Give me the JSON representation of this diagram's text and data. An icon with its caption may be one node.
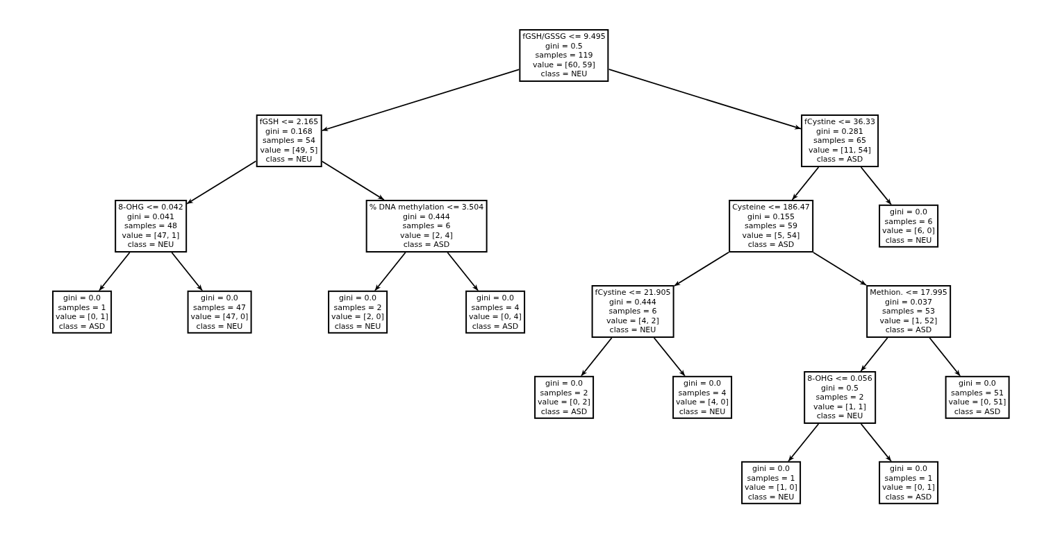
{
  "diagram": {
    "nodes": [
      {
        "text": [
          "fGSH/GSSG <= 9.495",
          "gini = 0.5",
          "samples = 119",
          "value = [60, 59]",
          "class = NEU"
        ]
      },
      {
        "text": [
          "fGSH <= 2.165",
          "gini = 0.168",
          "samples = 54",
          "value = [49, 5]",
          "class = NEU"
        ]
      },
      {
        "text": [
          "fCystine <= 36.33",
          "gini = 0.281",
          "samples = 65",
          "value = [11, 54]",
          "class = ASD"
        ]
      },
      {
        "text": [
          "8-OHG <= 0.042",
          "gini = 0.041",
          "samples = 48",
          "value = [47, 1]",
          "class = NEU"
        ]
      },
      {
        "text": [
          "% DNA methylation <= 3.504",
          "gini = 0.444",
          "samples = 6",
          "value = [2, 4]",
          "class = ASD"
        ]
      },
      {
        "text": [
          "Cysteine <= 186.47",
          "gini = 0.155",
          "samples = 59",
          "value = [5, 54]",
          "class = ASD"
        ]
      },
      {
        "text": [
          "gini = 0.0",
          "samples = 6",
          "value = [6, 0]",
          "class = NEU"
        ]
      },
      {
        "text": [
          "gini = 0.0",
          "samples = 1",
          "value = [0, 1]",
          "class = ASD"
        ]
      },
      {
        "text": [
          "gini = 0.0",
          "samples = 47",
          "value = [47, 0]",
          "class = NEU"
        ]
      },
      {
        "text": [
          "gini = 0.0",
          "samples = 2",
          "value = [2, 0]",
          "class = NEU"
        ]
      },
      {
        "text": [
          "gini = 0.0",
          "samples = 4",
          "value = [0, 4]",
          "class = ASD"
        ]
      },
      {
        "text": [
          "fCystine <= 21.905",
          "gini = 0.444",
          "samples = 6",
          "value = [4, 2]",
          "class = NEU"
        ]
      },
      {
        "text": [
          "Methion. <= 17.995",
          "gini = 0.037",
          "samples = 53",
          "value = [1, 52]",
          "class = ASD"
        ]
      },
      {
        "text": [
          "gini = 0.0",
          "samples = 2",
          "value = [0, 2]",
          "class = ASD"
        ]
      },
      {
        "text": [
          "gini = 0.0",
          "samples = 4",
          "value = [4, 0]",
          "class = NEU"
        ]
      },
      {
        "text": [
          "8-OHG <= 0.056",
          "gini = 0.5",
          "samples = 2",
          "value = [1, 1]",
          "class = NEU"
        ]
      },
      {
        "text": [
          "gini = 0.0",
          "samples = 51",
          "value = [0, 51]",
          "class = ASD"
        ]
      },
      {
        "text": [
          "gini = 0.0",
          "samples = 1",
          "value = [1, 0]",
          "class = NEU"
        ]
      },
      {
        "text": [
          "gini = 0.0",
          "samples = 1",
          "value = [0, 1]",
          "class = ASD"
        ]
      }
    ],
    "edges": [
      {
        "from": 0,
        "to": 1,
        "arrow": "to"
      },
      {
        "from": 0,
        "to": 2,
        "arrow": "to"
      },
      {
        "from": 1,
        "to": 3,
        "arrow": "to"
      },
      {
        "from": 1,
        "to": 4,
        "arrow": "to"
      },
      {
        "from": 3,
        "to": 7,
        "arrow": "to"
      },
      {
        "from": 3,
        "to": 8,
        "arrow": "to"
      },
      {
        "from": 4,
        "to": 9,
        "arrow": "to"
      },
      {
        "from": 4,
        "to": 10,
        "arrow": "to"
      },
      {
        "from": 2,
        "to": 5,
        "arrow": "to"
      },
      {
        "from": 2,
        "to": 6,
        "arrow": "to"
      },
      {
        "from": 5,
        "to": 11,
        "arrow": "to"
      },
      {
        "from": 5,
        "to": 12,
        "arrow": "to"
      },
      {
        "from": 11,
        "to": 13,
        "arrow": "to"
      },
      {
        "from": 11,
        "to": 14,
        "arrow": "to"
      },
      {
        "from": 12,
        "to": 15,
        "arrow": "to"
      },
      {
        "from": 12,
        "to": 16,
        "arrow": "to"
      },
      {
        "from": 15,
        "to": 17,
        "arrow": "to"
      },
      {
        "from": 15,
        "to": 18,
        "arrow": "to"
      }
    ]
  }
}
